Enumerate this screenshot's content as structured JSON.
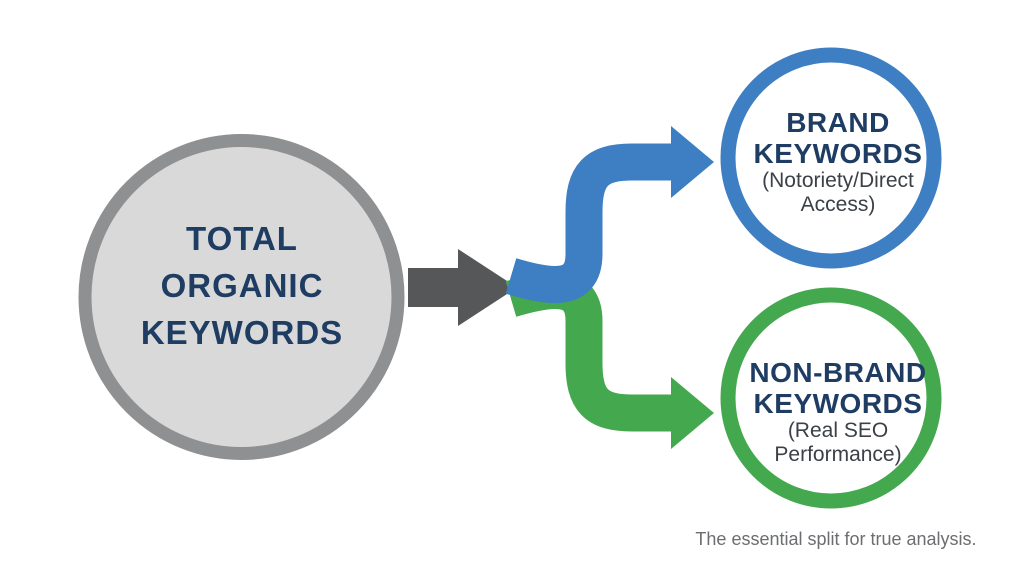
{
  "colors": {
    "brand_blue": "#3d7fc2",
    "nonbrand_green": "#44a84f",
    "source_fill_gray": "#d9d9d9",
    "source_border_gray": "#8f9091",
    "arrow_dark_gray": "#565759",
    "heading_navy": "#1f3d63",
    "subtext_dark_gray": "#3c4147",
    "caption_gray": "#6b6d70",
    "circle_fill_white": "#ffffff"
  },
  "source_node": {
    "line1": "TOTAL",
    "line2": "ORGANIC",
    "line3": "KEYWORDS"
  },
  "brand_node": {
    "title_line1": "BRAND",
    "title_line2": "KEYWORDS",
    "subtitle_line1": "(Notoriety/Direct",
    "subtitle_line2": "Access)"
  },
  "nonbrand_node": {
    "title_line1": "NON-BRAND",
    "title_line2": "KEYWORDS",
    "subtitle_line1": "(Real SEO",
    "subtitle_line2": "Performance)"
  },
  "caption": "The essential split for true analysis."
}
